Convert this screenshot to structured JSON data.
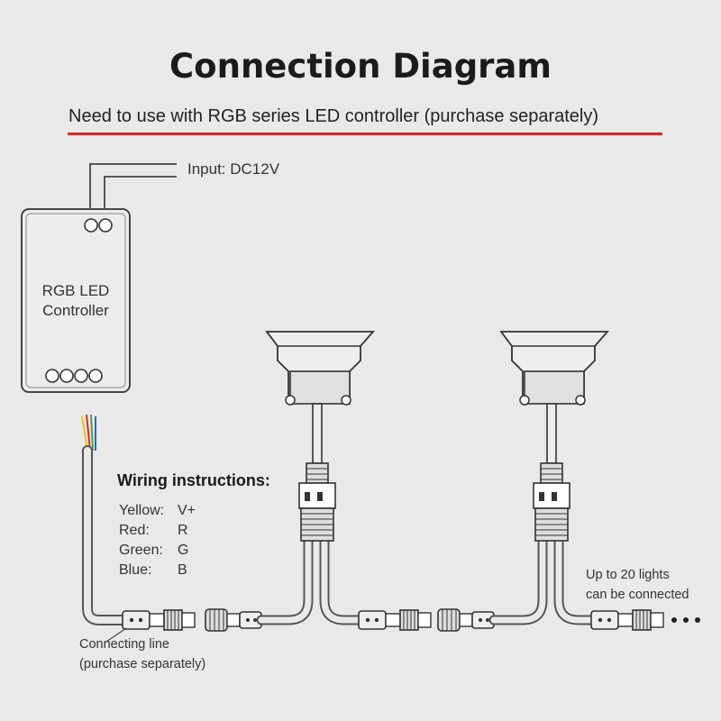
{
  "title": "Connection Diagram",
  "subtitle": "Need to use with RGB series LED controller (purchase separately)",
  "input_label": "Input: DC12V",
  "controller": {
    "line1": "RGB LED",
    "line2": "Controller"
  },
  "wiring": {
    "title": "Wiring instructions:",
    "rows": [
      {
        "color": "Yellow:",
        "value": "V+"
      },
      {
        "color": "Red:",
        "value": "R"
      },
      {
        "color": "Green:",
        "value": "G"
      },
      {
        "color": "Blue:",
        "value": "B"
      }
    ]
  },
  "connecting_line": {
    "line1": "Connecting line",
    "line2": "(purchase separately)"
  },
  "max_lights": {
    "line1": "Up to 20 lights",
    "line2": "can be connected"
  },
  "colors": {
    "accent_red": "#d8282a",
    "wire_yellow": "#e6c41f",
    "wire_red": "#d8282a",
    "wire_green": "#3aa845",
    "wire_blue": "#2f5fd0"
  }
}
